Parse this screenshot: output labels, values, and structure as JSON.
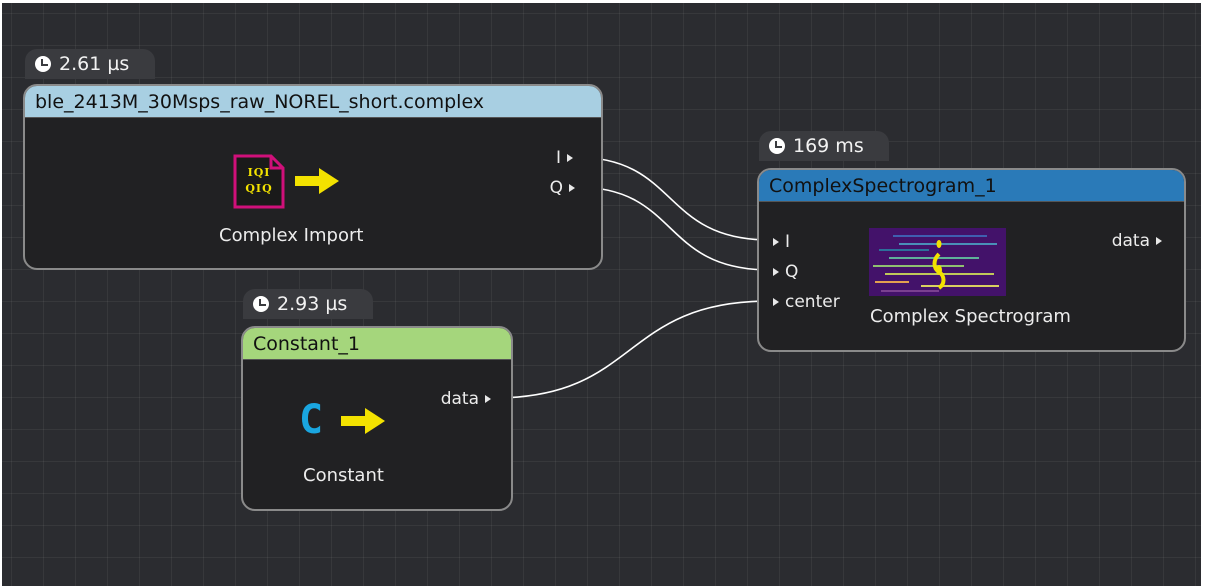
{
  "canvas": {
    "background": "#2b2c30"
  },
  "nodes": {
    "import": {
      "timing": "2.61 µs",
      "title": "ble_2413M_30Msps_raw_NOREL_short.complex",
      "header_color": "#a8cfe2",
      "icon": "iq-file-icon",
      "icon_text_top": "IQI",
      "icon_text_bottom": "QIQ",
      "caption": "Complex Import",
      "outputs": [
        "I",
        "Q"
      ]
    },
    "constant": {
      "timing": "2.93 µs",
      "title": "Constant_1",
      "header_color": "#a5d67c",
      "icon": "constant-c-icon",
      "icon_text": "C",
      "caption": "Constant",
      "outputs": [
        "data"
      ]
    },
    "spectrogram": {
      "timing": "169 ms",
      "title": "ComplexSpectrogram_1",
      "header_color": "#2a7ab8",
      "icon": "spectrogram-thumbnail-icon",
      "caption": "Complex Spectrogram",
      "inputs": [
        "I",
        "Q",
        "center"
      ],
      "outputs": [
        "data"
      ]
    }
  },
  "colors": {
    "accent_yellow": "#f3e200",
    "iq_magenta": "#d0107a",
    "constant_blue": "#1aa6e0"
  }
}
